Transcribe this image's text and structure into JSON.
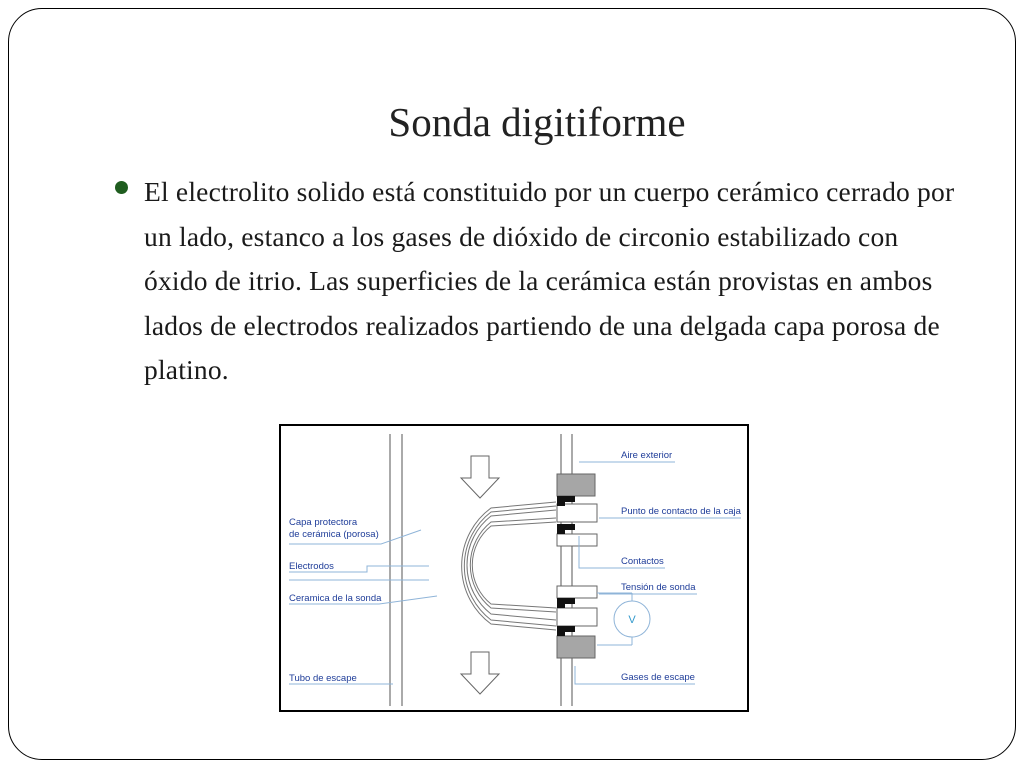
{
  "slide": {
    "title": "Sonda digitiforme",
    "bullet_text": "El electrolito solido está constituido por un cuerpo cerámico cerrado por un lado, estanco a los gases de dióxido de circonio estabilizado con óxido de itrio. Las superficies de la cerámica están provistas en ambos lados de electrodos realizados partiendo de una delgada capa porosa de platino."
  },
  "diagram": {
    "labels": {
      "aire_exterior": "Aire exterior",
      "punto_contacto": "Punto de contacto de la caja",
      "capa_protectora_1": "Capa protectora",
      "capa_protectora_2": "de cerámica (porosa)",
      "contactos": "Contactos",
      "electrodos": "Electrodos",
      "tension_sonda": "Tensión de sonda",
      "ceramica_sonda": "Ceramica de la sonda",
      "voltmeter": "V",
      "tubo_escape": "Tubo de escape",
      "gases_escape": "Gases de escape"
    },
    "colors": {
      "label": "#1f3d99",
      "leader": "#8fb4d8",
      "voltmeter": "#39c",
      "housing": "#a6a6a6",
      "bullet": "#1f5d1f"
    }
  }
}
